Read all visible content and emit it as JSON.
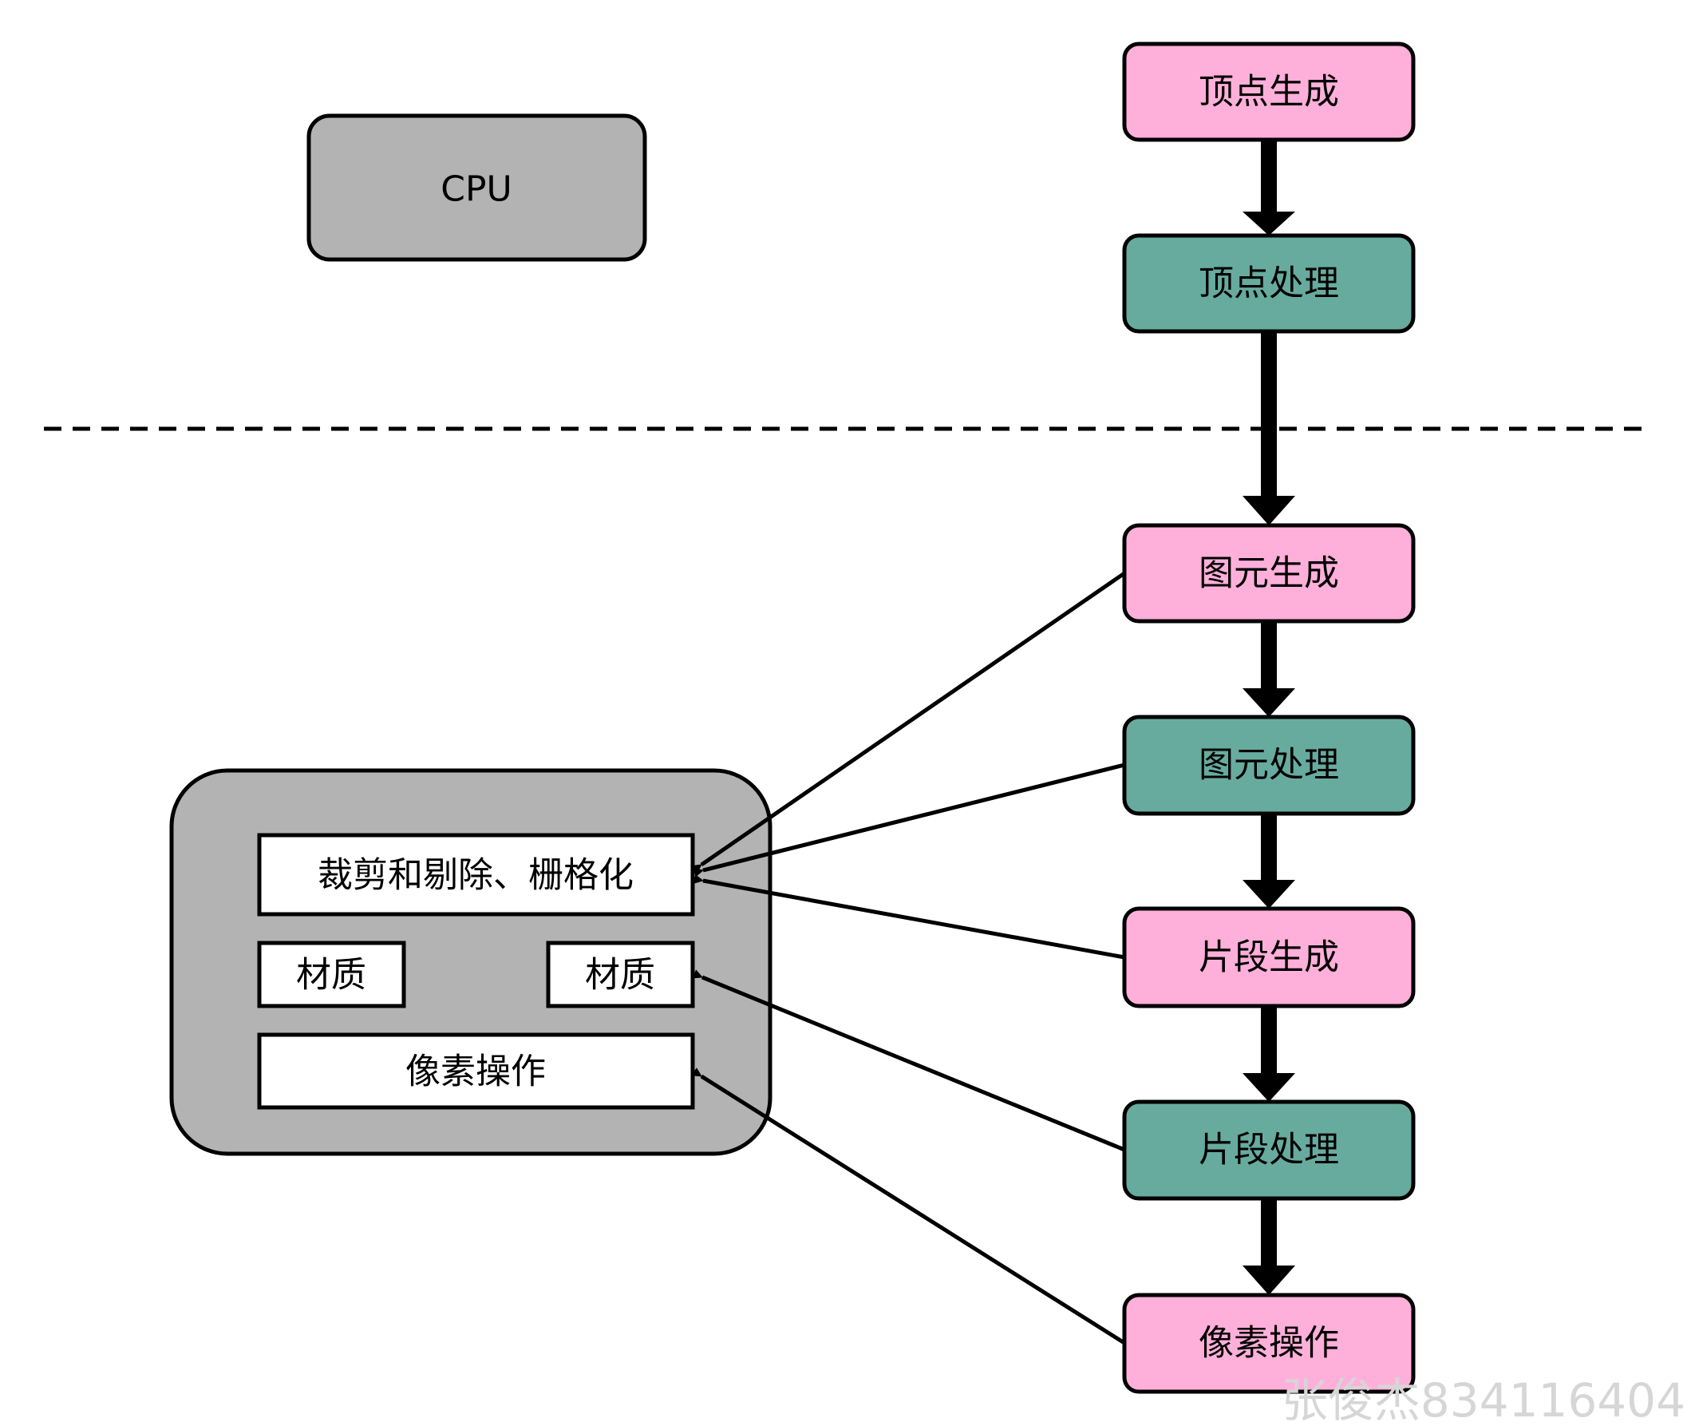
{
  "cpu": {
    "label": "CPU"
  },
  "pipeline": {
    "vertex_generation": "顶点生成",
    "vertex_processing": "顶点处理",
    "primitive_generation": "图元生成",
    "primitive_processing": "图元处理",
    "fragment_generation": "片段生成",
    "fragment_processing": "片段处理",
    "pixel_operations": "像素操作"
  },
  "fixed_function": {
    "clip_cull_raster": "裁剪和剔除、栅格化",
    "material_left": "材质",
    "material_right": "材质",
    "pixel_operations": "像素操作"
  },
  "watermark": "张俊杰834116404",
  "colors": {
    "generation_fill": "#FFB0DA",
    "processing_fill": "#67AB9F",
    "cpu_fill": "#B3B3B3",
    "fixed_function_fill": "#B3B3B3",
    "stroke": "#000000"
  }
}
